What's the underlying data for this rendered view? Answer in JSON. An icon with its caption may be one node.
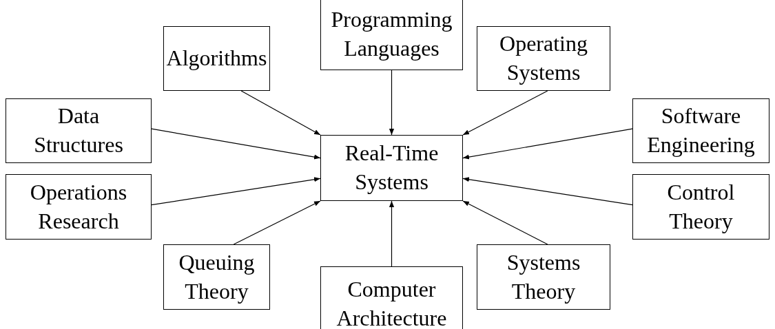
{
  "diagram": {
    "nodes": [
      {
        "text": [
          "Programming Languages"
        ]
      },
      {
        "text": [
          "Algorithms"
        ]
      },
      {
        "text": [
          "Operating Systems"
        ]
      },
      {
        "text": [
          "Data Structures"
        ]
      },
      {
        "text": [
          "Real-Time Systems"
        ]
      },
      {
        "text": [
          "Software Engineering"
        ]
      },
      {
        "text": [
          "Operations Research"
        ]
      },
      {
        "text": [
          "Control Theory"
        ]
      },
      {
        "text": [
          "Queuing Theory"
        ]
      },
      {
        "text": [
          "Computer Architecture"
        ]
      },
      {
        "text": [
          "Systems Theory"
        ]
      }
    ],
    "edges": [
      {
        "from": 0,
        "to": 4,
        "arrow": "to"
      },
      {
        "from": 1,
        "to": 4,
        "arrow": "to"
      },
      {
        "from": 2,
        "to": 4,
        "arrow": "to"
      },
      {
        "from": 3,
        "to": 4,
        "arrow": "to"
      },
      {
        "from": 5,
        "to": 4,
        "arrow": "to"
      },
      {
        "from": 6,
        "to": 4,
        "arrow": "to"
      },
      {
        "from": 7,
        "to": 4,
        "arrow": "to"
      },
      {
        "from": 8,
        "to": 4,
        "arrow": "to"
      },
      {
        "from": 9,
        "to": 4,
        "arrow": "to"
      },
      {
        "from": 10,
        "to": 4,
        "arrow": "to"
      }
    ]
  }
}
